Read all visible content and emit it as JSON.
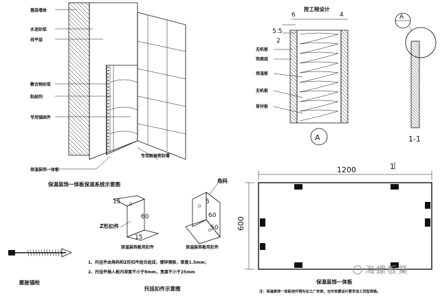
{
  "system": {
    "labels": {
      "base_wall": "基层墙体",
      "cement_mortar": "水泥砂浆",
      "leveling": "找平层",
      "bonding_mortar": "聚合物砂浆",
      "adhesive": "粘结剂",
      "anchor": "专用锚固件",
      "board": "保温装饰一体板",
      "sealant": "专用耐候密封膏"
    },
    "caption": "保温装饰一体板保温系统示意图"
  },
  "detail_a": {
    "title": "按工程设计",
    "dims": [
      "6",
      "4",
      "5.5",
      "2"
    ],
    "labels": {
      "inorganic_board_top": "无机板",
      "finish_layer": "饰面层",
      "insulation": "保温板",
      "inorganic_board": "无机板",
      "back_board": "背衬板"
    },
    "marker": "A"
  },
  "section": {
    "marker": "A",
    "label": "1-1"
  },
  "clips": {
    "z_clip": {
      "dims": [
        "15",
        "60",
        "15"
      ],
      "name": "Z形扣件",
      "caption": "保温装饰板用扣件"
    },
    "angle_clip": {
      "name": "角码",
      "dims": [
        "5",
        "60",
        "50"
      ],
      "caption": "保温装饰板用扣件"
    },
    "notes": [
      "1、托挂件由角码和Z形扣件组合组成，镀锌钢板，厚度1.5mm；",
      "2、托挂件插入板内深度不小于8mm，宽度不小于25mm"
    ],
    "caption": "托挂扣件示意图"
  },
  "anchor": {
    "caption": "膨胀锚栓"
  },
  "panel": {
    "width": "1200",
    "height": "600",
    "section_mark": "1",
    "caption": "保温装饰一体板",
    "note": "注：保温装饰一体板挂件预先在工厂安装，也可依据设计要求加工异型规格。"
  },
  "watermark": "海螺板業"
}
